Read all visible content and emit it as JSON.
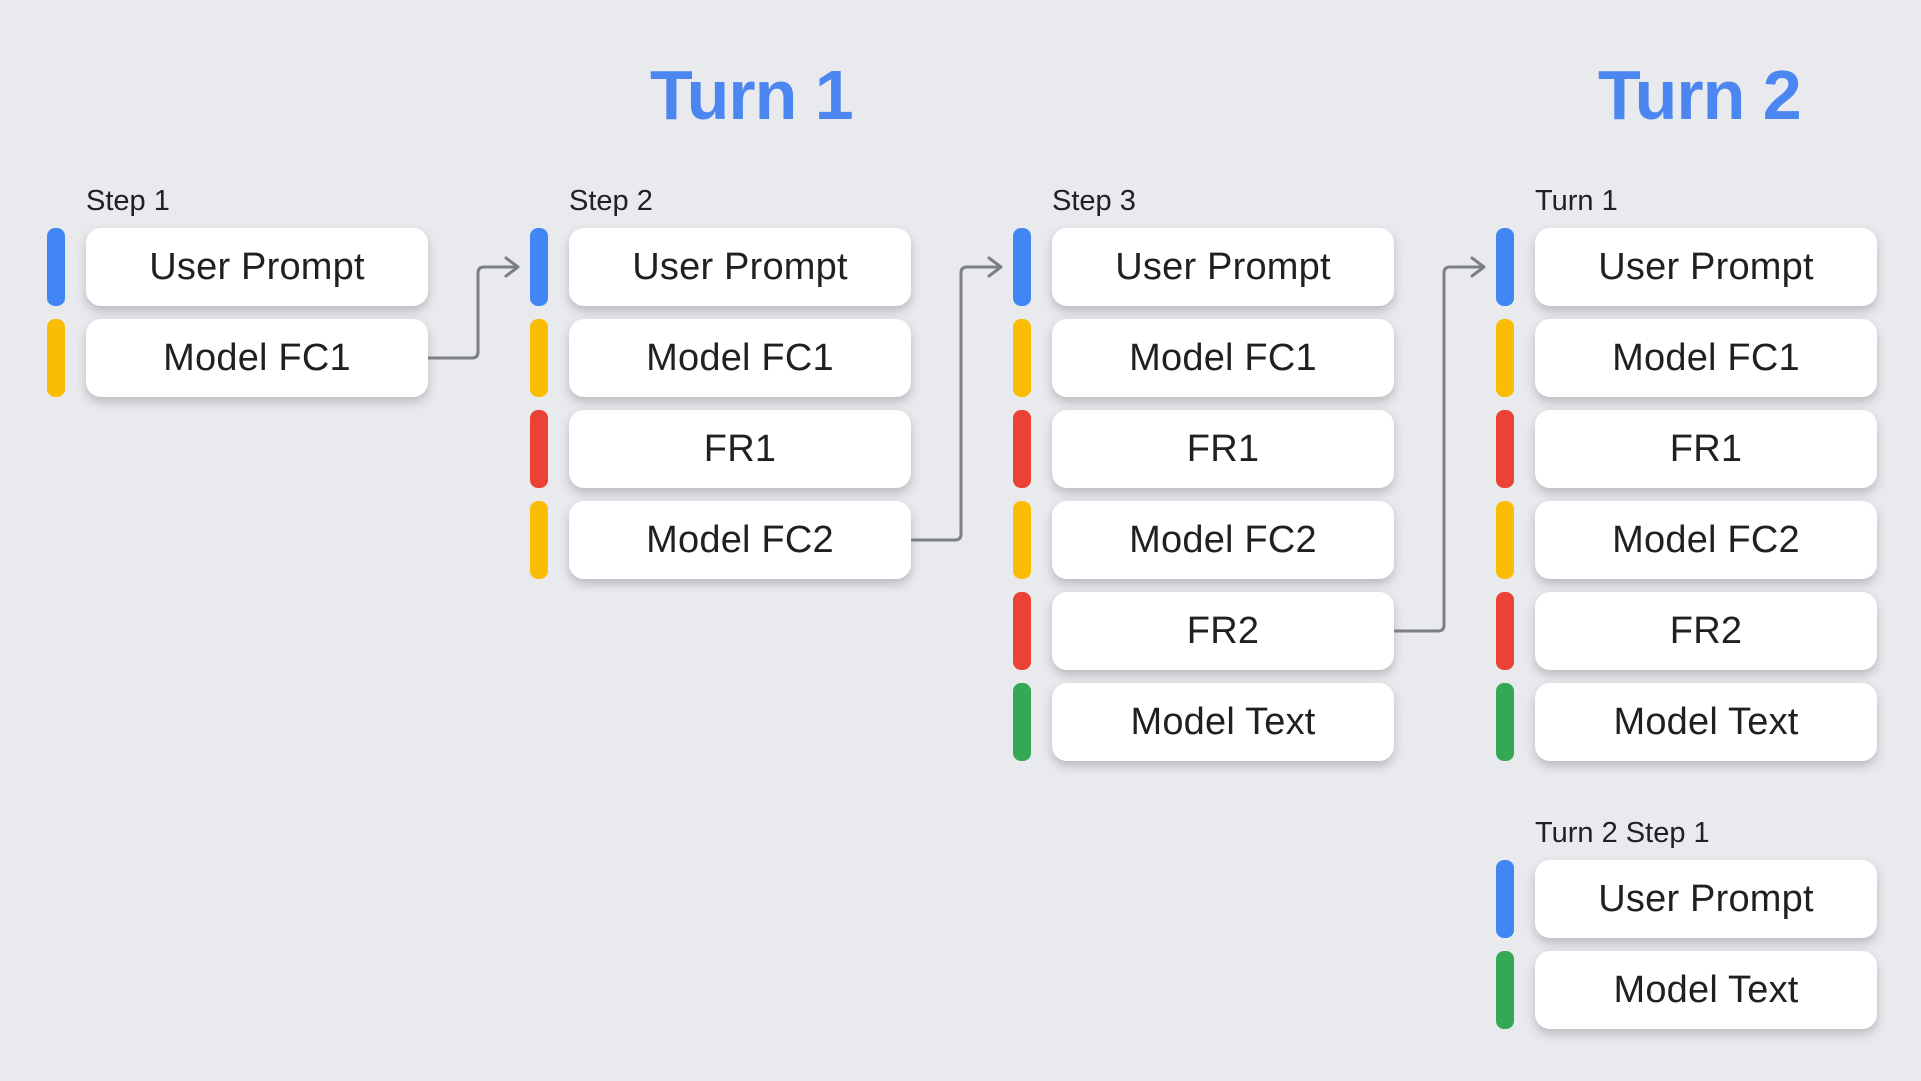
{
  "titles": {
    "turn1": "Turn 1",
    "turn2": "Turn 2"
  },
  "colors": {
    "background": "#E9EAEE",
    "title": "#4C86F0",
    "user_prompt": "#4285F4",
    "model_function_call": "#FBBC04",
    "function_response": "#EA4335",
    "model_text": "#34A853",
    "arrow": "#7C7F83",
    "box_background": "#FFFFFF",
    "label_text": "#202124"
  },
  "groups": [
    {
      "label": "Step 1",
      "rows": [
        {
          "label": "User Prompt",
          "type": "user-prompt",
          "color": "#4285F4"
        },
        {
          "label": "Model FC1",
          "type": "model-function-call",
          "color": "#FBBC04"
        }
      ]
    },
    {
      "label": "Step 2",
      "rows": [
        {
          "label": "User Prompt",
          "type": "user-prompt",
          "color": "#4285F4"
        },
        {
          "label": "Model FC1",
          "type": "model-function-call",
          "color": "#FBBC04"
        },
        {
          "label": "FR1",
          "type": "function-response",
          "color": "#EA4335"
        },
        {
          "label": "Model FC2",
          "type": "model-function-call",
          "color": "#FBBC04"
        }
      ]
    },
    {
      "label": "Step 3",
      "rows": [
        {
          "label": "User Prompt",
          "type": "user-prompt",
          "color": "#4285F4"
        },
        {
          "label": "Model FC1",
          "type": "model-function-call",
          "color": "#FBBC04"
        },
        {
          "label": "FR1",
          "type": "function-response",
          "color": "#EA4335"
        },
        {
          "label": "Model FC2",
          "type": "model-function-call",
          "color": "#FBBC04"
        },
        {
          "label": "FR2",
          "type": "function-response",
          "color": "#EA4335"
        },
        {
          "label": "Model Text",
          "type": "model-text",
          "color": "#34A853"
        }
      ]
    },
    {
      "label": "Turn 1",
      "rows": [
        {
          "label": "User Prompt",
          "type": "user-prompt",
          "color": "#4285F4"
        },
        {
          "label": "Model FC1",
          "type": "model-function-call",
          "color": "#FBBC04"
        },
        {
          "label": "FR1",
          "type": "function-response",
          "color": "#EA4335"
        },
        {
          "label": "Model FC2",
          "type": "model-function-call",
          "color": "#FBBC04"
        },
        {
          "label": "FR2",
          "type": "function-response",
          "color": "#EA4335"
        },
        {
          "label": "Model Text",
          "type": "model-text",
          "color": "#34A853"
        }
      ]
    },
    {
      "label": "Turn 2 Step 1",
      "rows": [
        {
          "label": "User Prompt",
          "type": "user-prompt",
          "color": "#4285F4"
        },
        {
          "label": "Model Text",
          "type": "model-text",
          "color": "#34A853"
        }
      ]
    }
  ],
  "connections": [
    {
      "from": "Step 1 / Model FC1",
      "to": "Step 2 / User Prompt"
    },
    {
      "from": "Step 2 / Model FC2",
      "to": "Step 3 / User Prompt"
    },
    {
      "from": "Step 3 / FR2",
      "to": "Turn 1 / User Prompt"
    }
  ]
}
